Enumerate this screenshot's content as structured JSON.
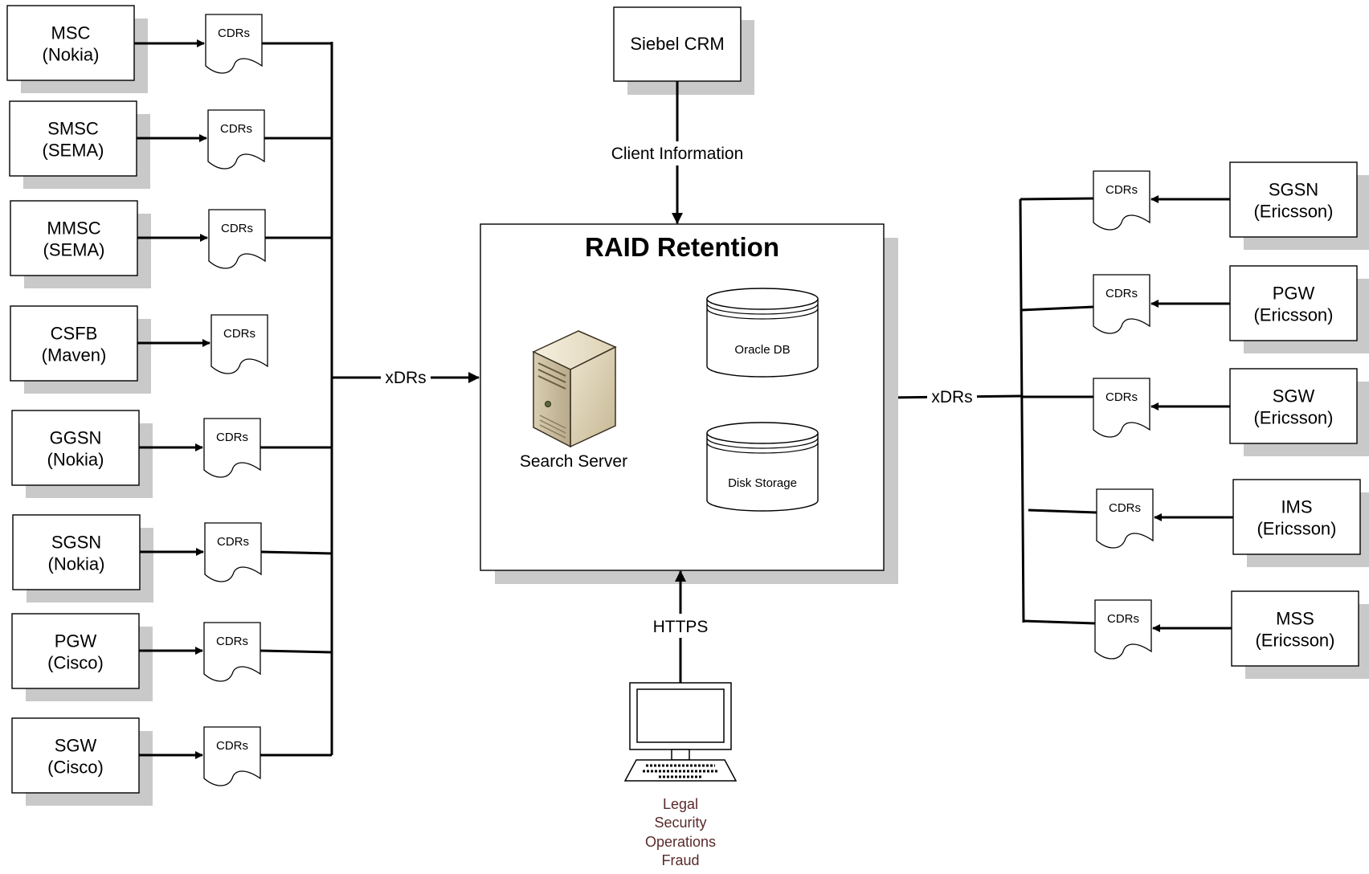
{
  "center": {
    "title": "RAID Retention",
    "server_label": "Search Server",
    "db1_label": "Oracle DB",
    "db2_label": "Disk Storage"
  },
  "crm": {
    "name": "Siebel CRM",
    "link_label": "Client Information"
  },
  "client": {
    "link_label": "HTTPS",
    "users": [
      "Legal",
      "Security",
      "Operations",
      "Fraud"
    ]
  },
  "left": {
    "bus_label": "xDRs",
    "sources": [
      {
        "line1": "MSC",
        "line2": "(Nokia)",
        "doc": "CDRs"
      },
      {
        "line1": "SMSC",
        "line2": "(SEMA)",
        "doc": "CDRs"
      },
      {
        "line1": "MMSC",
        "line2": "(SEMA)",
        "doc": "CDRs"
      },
      {
        "line1": "CSFB",
        "line2": "(Maven)",
        "doc": "CDRs"
      },
      {
        "line1": "GGSN",
        "line2": "(Nokia)",
        "doc": "CDRs"
      },
      {
        "line1": "SGSN",
        "line2": "(Nokia)",
        "doc": "CDRs"
      },
      {
        "line1": "PGW",
        "line2": "(Cisco)",
        "doc": "CDRs"
      },
      {
        "line1": "SGW",
        "line2": "(Cisco)",
        "doc": "CDRs"
      }
    ]
  },
  "right": {
    "bus_label": "xDRs",
    "sources": [
      {
        "line1": "SGSN",
        "line2": "(Ericsson)",
        "doc": "CDRs"
      },
      {
        "line1": "PGW",
        "line2": "(Ericsson)",
        "doc": "CDRs"
      },
      {
        "line1": "SGW",
        "line2": "(Ericsson)",
        "doc": "CDRs"
      },
      {
        "line1": "IMS",
        "line2": "(Ericsson)",
        "doc": "CDRs"
      },
      {
        "line1": "MSS",
        "line2": "(Ericsson)",
        "doc": "CDRs"
      }
    ]
  }
}
